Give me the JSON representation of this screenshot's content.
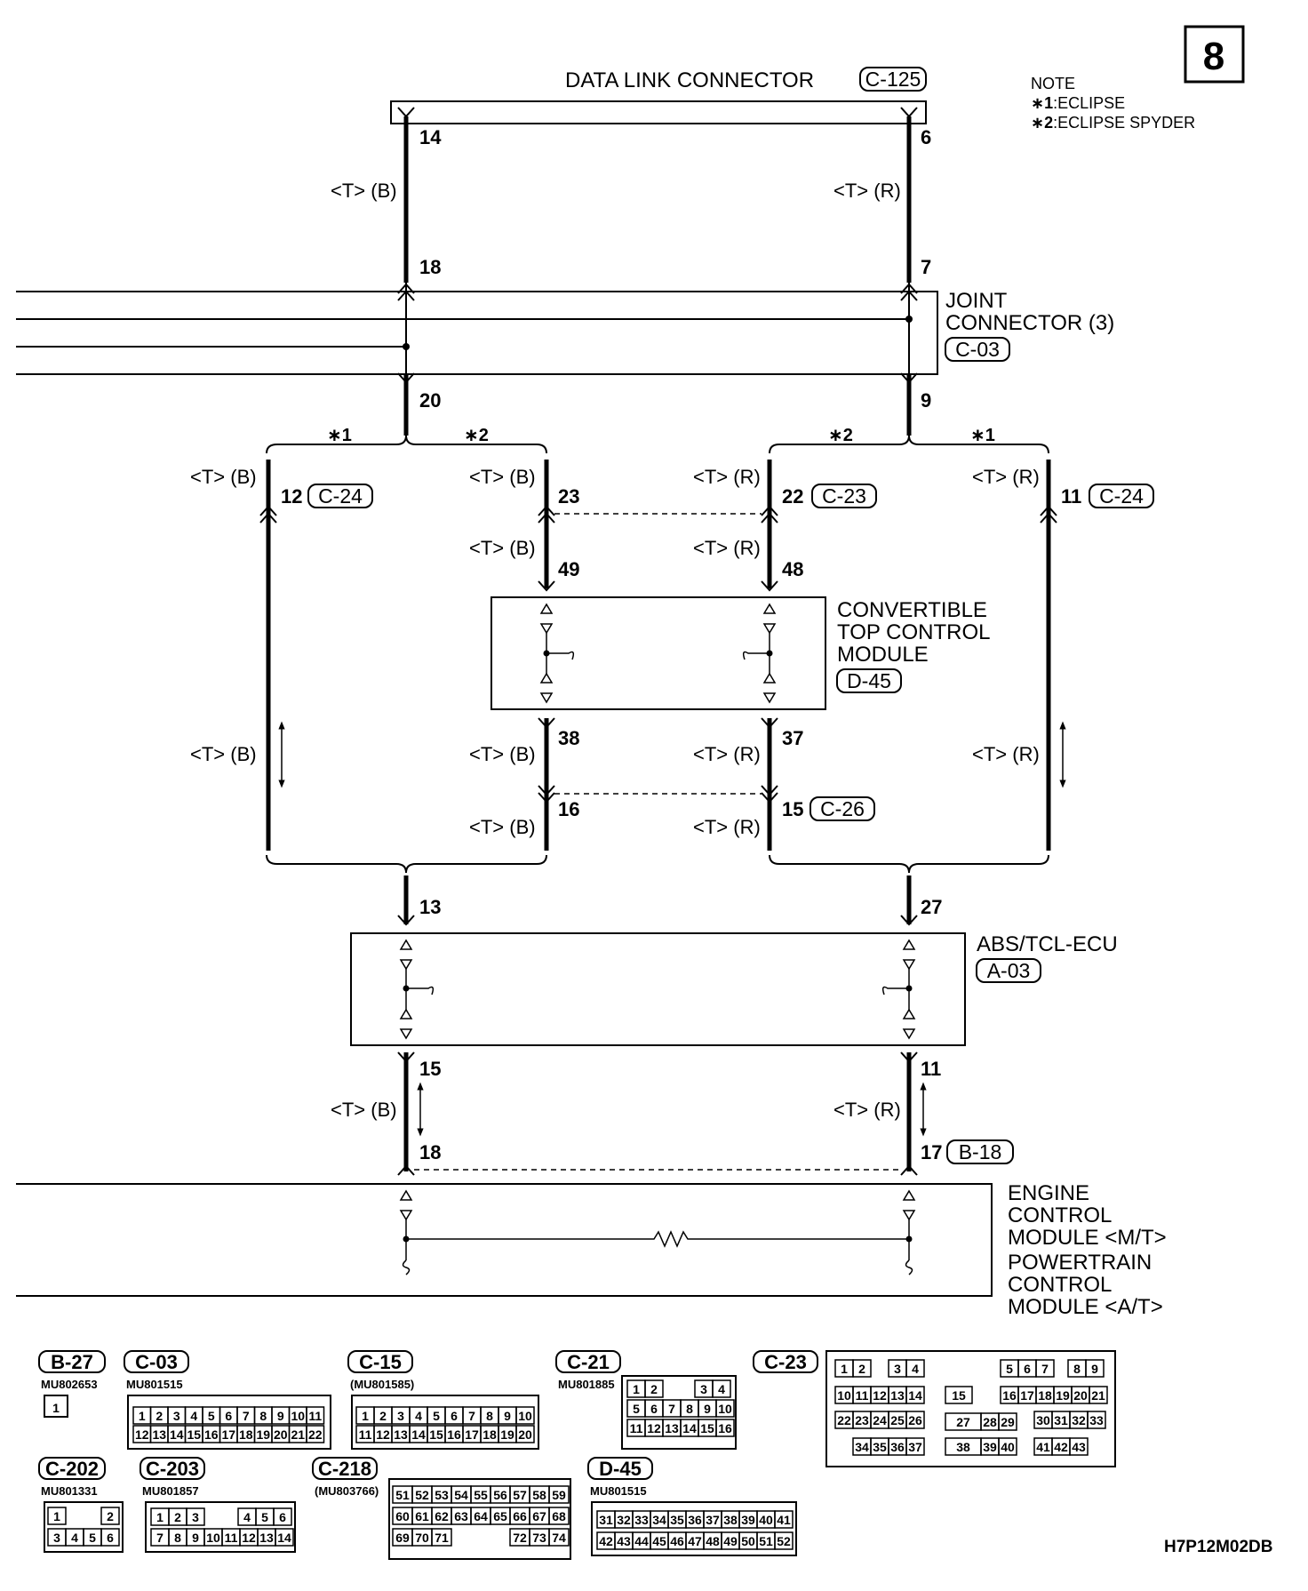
{
  "page_number": "8",
  "note": {
    "heading": "NOTE",
    "items": [
      {
        "mark": "∗1",
        "text": ":ECLIPSE"
      },
      {
        "mark": "∗2",
        "text": ":ECLIPSE SPYDER"
      }
    ]
  },
  "components": {
    "dlc": {
      "name": "DATA LINK CONNECTOR",
      "code": "C-125"
    },
    "joint": {
      "line1": "JOINT",
      "line2": "CONNECTOR (3)",
      "code": "C-03"
    },
    "ctcm": {
      "line1": "CONVERTIBLE",
      "line2": "TOP CONTROL",
      "line3": "MODULE",
      "code": "D-45"
    },
    "abs": {
      "name": "ABS/TCL-ECU",
      "code": "A-03"
    },
    "ecm": {
      "line1": "ENGINE",
      "line2": "CONTROL",
      "line3": "MODULE <M/T>",
      "line4": "POWERTRAIN",
      "line5": "CONTROL",
      "line6": "MODULE <A/T>"
    }
  },
  "wire_labels": {
    "tb": "<T> (B)",
    "tr": "<T> (R)"
  },
  "variant_marks": {
    "m1": "∗1",
    "m2": "∗2"
  },
  "pins": {
    "dlc_l": "14",
    "dlc_r": "6",
    "jc_top_l": "18",
    "jc_top_r": "7",
    "jc_bot_l": "20",
    "jc_bot_r": "9",
    "c24_l": "12",
    "c23_l": "23",
    "c23_r": "22",
    "c24_r": "11",
    "ct_in_l": "49",
    "ct_in_r": "48",
    "ct_out_l": "38",
    "ct_out_r": "37",
    "c26_l": "16",
    "c26_r": "15",
    "abs_in_l": "13",
    "abs_in_r": "27",
    "abs_out_l": "15",
    "abs_out_r": "11",
    "b18_l": "18",
    "b18_r": "17"
  },
  "connector_tags": {
    "c24": "C-24",
    "c23": "C-23",
    "c26": "C-26",
    "b18": "B-18"
  },
  "connectors": {
    "b27": {
      "id": "B-27",
      "part": "MU802653",
      "cells": [
        "1"
      ]
    },
    "c03": {
      "id": "C-03",
      "part": "MU801515",
      "row1": [
        "1",
        "2",
        "3",
        "4",
        "5",
        "6",
        "7",
        "8",
        "9",
        "10",
        "11"
      ],
      "row2": [
        "12",
        "13",
        "14",
        "15",
        "16",
        "17",
        "18",
        "19",
        "20",
        "21",
        "22"
      ]
    },
    "c15": {
      "id": "C-15",
      "part": "(MU801585)",
      "row1": [
        "1",
        "2",
        "3",
        "4",
        "5",
        "6",
        "7",
        "8",
        "9",
        "10"
      ],
      "row2": [
        "11",
        "12",
        "13",
        "14",
        "15",
        "16",
        "17",
        "18",
        "19",
        "20"
      ]
    },
    "c21": {
      "id": "C-21",
      "part": "MU801885",
      "row1": [
        "1",
        "2",
        "3",
        "4"
      ],
      "row2": [
        "5",
        "6",
        "7",
        "8",
        "9",
        "10"
      ],
      "row3": [
        "11",
        "12",
        "13",
        "14",
        "15",
        "16"
      ]
    },
    "c23": {
      "id": "C-23",
      "part": "",
      "a": [
        "1",
        "2",
        "3",
        "4"
      ],
      "b": [
        "5",
        "6",
        "7",
        "8",
        "9"
      ],
      "c": [
        "10",
        "11",
        "12",
        "13",
        "14"
      ],
      "d": [
        "15"
      ],
      "e": [
        "16",
        "17",
        "18",
        "19",
        "20",
        "21"
      ],
      "f": [
        "22",
        "23",
        "24",
        "25",
        "26"
      ],
      "g": [
        "27",
        "28",
        "29"
      ],
      "h": [
        "30",
        "31",
        "32",
        "33"
      ],
      "i": [
        "34",
        "35",
        "36",
        "37"
      ],
      "j": [
        "38",
        "39",
        "40"
      ],
      "k": [
        "41",
        "42",
        "43"
      ]
    },
    "c202": {
      "id": "C-202",
      "part": "MU801331",
      "row1": [
        "1",
        "2"
      ],
      "row2": [
        "3",
        "4",
        "5",
        "6"
      ]
    },
    "c203": {
      "id": "C-203",
      "part": "MU801857",
      "row1": [
        "1",
        "2",
        "3",
        "4",
        "5",
        "6"
      ],
      "row2": [
        "7",
        "8",
        "9",
        "10",
        "11",
        "12",
        "13",
        "14"
      ]
    },
    "c218": {
      "id": "C-218",
      "part": "(MU803766)",
      "row1": [
        "51",
        "52",
        "53",
        "54",
        "55",
        "56",
        "57",
        "58",
        "59"
      ],
      "row2": [
        "60",
        "61",
        "62",
        "63",
        "64",
        "65",
        "66",
        "67",
        "68"
      ],
      "row3": [
        "69",
        "70",
        "71",
        "72",
        "73",
        "74"
      ]
    },
    "d45": {
      "id": "D-45",
      "part": "MU801515",
      "row1": [
        "31",
        "32",
        "33",
        "34",
        "35",
        "36",
        "37",
        "38",
        "39",
        "40",
        "41"
      ],
      "row2": [
        "42",
        "43",
        "44",
        "45",
        "46",
        "47",
        "48",
        "49",
        "50",
        "51",
        "52"
      ]
    }
  },
  "diagram_code": "H7P12M02DB"
}
